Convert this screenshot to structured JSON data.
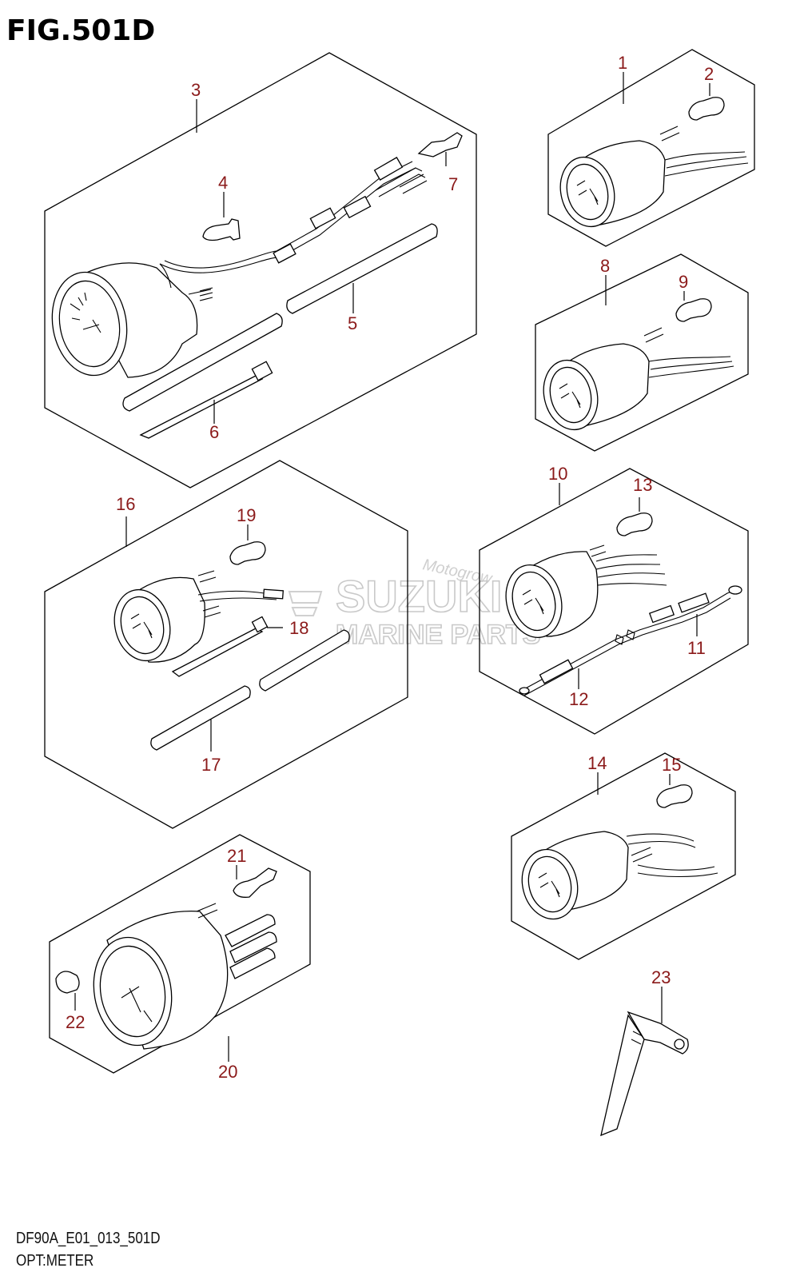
{
  "figure": {
    "title": "FIG.501D"
  },
  "footer": {
    "code": "DF90A_E01_013_501D",
    "description": "OPT:METER"
  },
  "watermark": {
    "brand": "SUZUKI",
    "subtitle": "MARINE PARTS",
    "script": "Motogrow"
  },
  "colors": {
    "callout": "#8b1a1a",
    "line": "#000000",
    "watermark": "#c9c9c9"
  },
  "callouts": [
    "1",
    "2",
    "3",
    "4",
    "5",
    "6",
    "7",
    "8",
    "9",
    "10",
    "11",
    "12",
    "13",
    "14",
    "15",
    "16",
    "17",
    "18",
    "19",
    "20",
    "21",
    "22",
    "23"
  ],
  "groups": [
    {
      "id": "group-3",
      "callout": "3",
      "contains": [
        "4",
        "5",
        "6",
        "7"
      ]
    },
    {
      "id": "group-1",
      "callout": "1",
      "contains": [
        "2"
      ]
    },
    {
      "id": "group-8",
      "callout": "8",
      "contains": [
        "9"
      ]
    },
    {
      "id": "group-16",
      "callout": "16",
      "contains": [
        "17",
        "18",
        "19"
      ]
    },
    {
      "id": "group-10",
      "callout": "10",
      "contains": [
        "11",
        "12",
        "13"
      ]
    },
    {
      "id": "group-14",
      "callout": "14",
      "contains": [
        "15"
      ]
    },
    {
      "id": "group-20",
      "callout": "20",
      "contains": [
        "21",
        "22"
      ]
    }
  ]
}
